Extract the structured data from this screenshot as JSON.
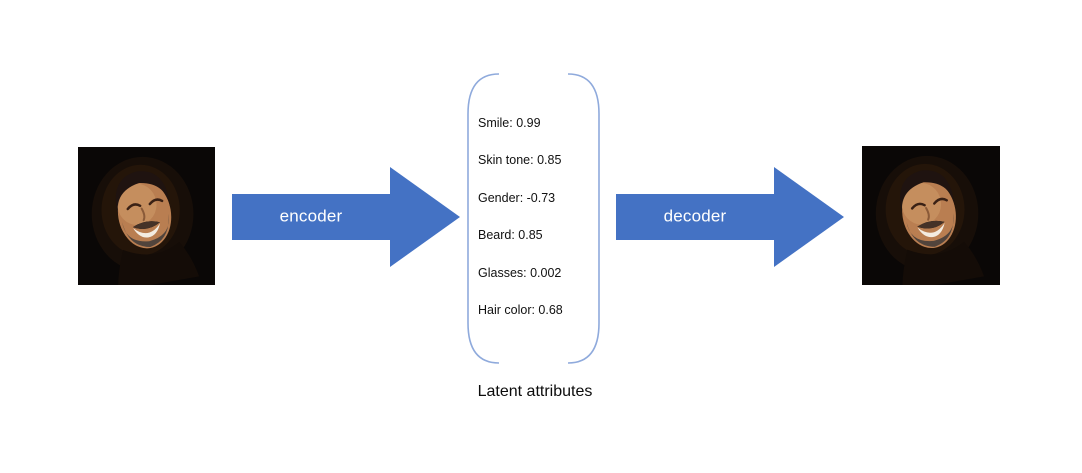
{
  "diagram": {
    "encoder_label": "encoder",
    "decoder_label": "decoder",
    "caption": "Latent attributes",
    "attributes": [
      "Smile: 0.99",
      "Skin tone: 0.85",
      "Gender: -0.73",
      "Beard: 0.85",
      "Glasses: 0.002",
      "Hair color: 0.68"
    ],
    "images": {
      "input": "smiling-man-photo",
      "output": "smiling-man-photo"
    },
    "colors": {
      "arrow_fill": "#4472C4",
      "bracket_stroke": "#8FAADC",
      "arrow_text": "#FFFFFF",
      "body_text": "#111111",
      "background": "#FFFFFF"
    }
  }
}
